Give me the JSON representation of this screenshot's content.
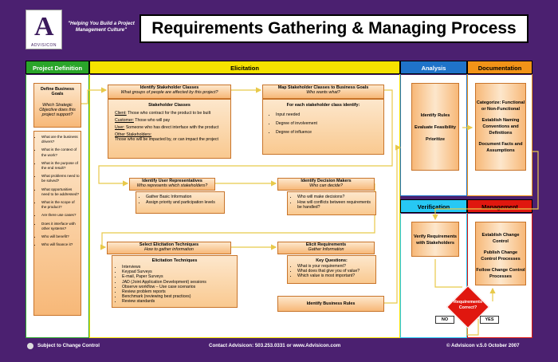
{
  "header": {
    "logo_mark": "A",
    "logo_text": "ADVISICON",
    "tagline": "\"Helping You Build a Project Management Culture\"",
    "title": "Requirements Gathering & Managing Process"
  },
  "columns": {
    "project_definition": "Project Definition",
    "elicitation": "Elicitation",
    "analysis": "Analysis",
    "documentation": "Documentation",
    "verification": "Verification",
    "management": "Management"
  },
  "project_definition": {
    "box_title": "Define Business Goals",
    "box_sub": "Which Strategic Objective does this project support?",
    "questions": [
      "What are the business drivers?",
      "What is the context of the work?",
      "What is the purpose of the end result?",
      "What problems need to be solved?",
      "What opportunities need to be addressed?",
      "What is the scope of the product?",
      "Are there use cases?",
      "Does it interface with other systems?",
      "Who will benefit?",
      "Who will finance it?"
    ]
  },
  "elicitation": {
    "identify_classes": {
      "title": "Identify Stakeholder Classes",
      "sub": "What groups of people are affected by this project?"
    },
    "stakeholder_classes": {
      "heading": "Stakeholder Classes",
      "client_label": "Client:",
      "client_text": " Those who contract for the product to be built",
      "customer_label": "Customer:",
      "customer_text": " Those who will pay",
      "user_label": "User:",
      "user_text": " Someone who has direct interface with the product",
      "other_label": "Other Stakeholders:",
      "other_text": "Those who will be impacted by, or can impact the project"
    },
    "map_classes": {
      "title": "Map Stakeholder Classes to Business Goals",
      "sub": "Who wants what?"
    },
    "map_detail": {
      "heading": "For each stakeholder class identify:",
      "items": [
        "Input needed",
        "Degree of involvement",
        "Degree of influence"
      ]
    },
    "user_reps": {
      "title": "Identify User Representatives",
      "sub": "Who represents which stakeholders?"
    },
    "user_reps_items": [
      "Gather Basic Information",
      "Assign priority and participation levels"
    ],
    "decision_makers": {
      "title": "Identify Decision Makers",
      "sub": "Who can decide?"
    },
    "decision_items": [
      "Who will make decisions?",
      "How will conflicts between requirements be handled?"
    ],
    "techniques": {
      "title": "Select Elicitation Techniques",
      "sub": "How to gather information"
    },
    "techniques_detail": {
      "heading": "Elicitation Techniques",
      "items": [
        "Interviews",
        "Keypad Surveys",
        "E-mail, Paper Surveys",
        "JAD (Joint Application Development) sessions",
        "Observe workflow – Use case scenarios",
        "Review problem reports",
        "Benchmark (reviewing best practices)",
        "Review standards"
      ]
    },
    "elicit_req": {
      "title": "Elicit Requirements",
      "sub": "Gather Information"
    },
    "key_questions": {
      "heading": "Key Questions:",
      "items": [
        "What is your requirement?",
        "What does that give you of value?",
        "Which value is most important?"
      ]
    },
    "business_rules": "Identify Business Rules"
  },
  "analysis": {
    "items": [
      "Identify Rules",
      "Evaluate Feasibility",
      "Prioritize"
    ]
  },
  "documentation": {
    "items": [
      "Categorize: Functional or Non-Functional",
      "Establish Naming Conventions and Definitions",
      "Document Facts and Assumptions"
    ]
  },
  "verification": {
    "box": "Verify Requirements with Stakeholders"
  },
  "management": {
    "items": [
      "Establish Change Control",
      "Publish Change Control Processes",
      "Follow Change Control Processes"
    ]
  },
  "decision": {
    "label": "Requirements Correct?",
    "no": "NO",
    "yes": "YES"
  },
  "footer": {
    "left": "Subject to Change Control",
    "center": "Contact Advisicon: 503.253.0331 or www.Advisicon.com",
    "right": "© Advisicon v.5.0 October 2007"
  },
  "colors": {
    "green": "#2aa52a",
    "yellow": "#f6e200",
    "blue": "#1f73c9",
    "orange": "#f29318",
    "cyan": "#27c8f4",
    "red": "#e0170f",
    "purple": "#4b2070"
  }
}
